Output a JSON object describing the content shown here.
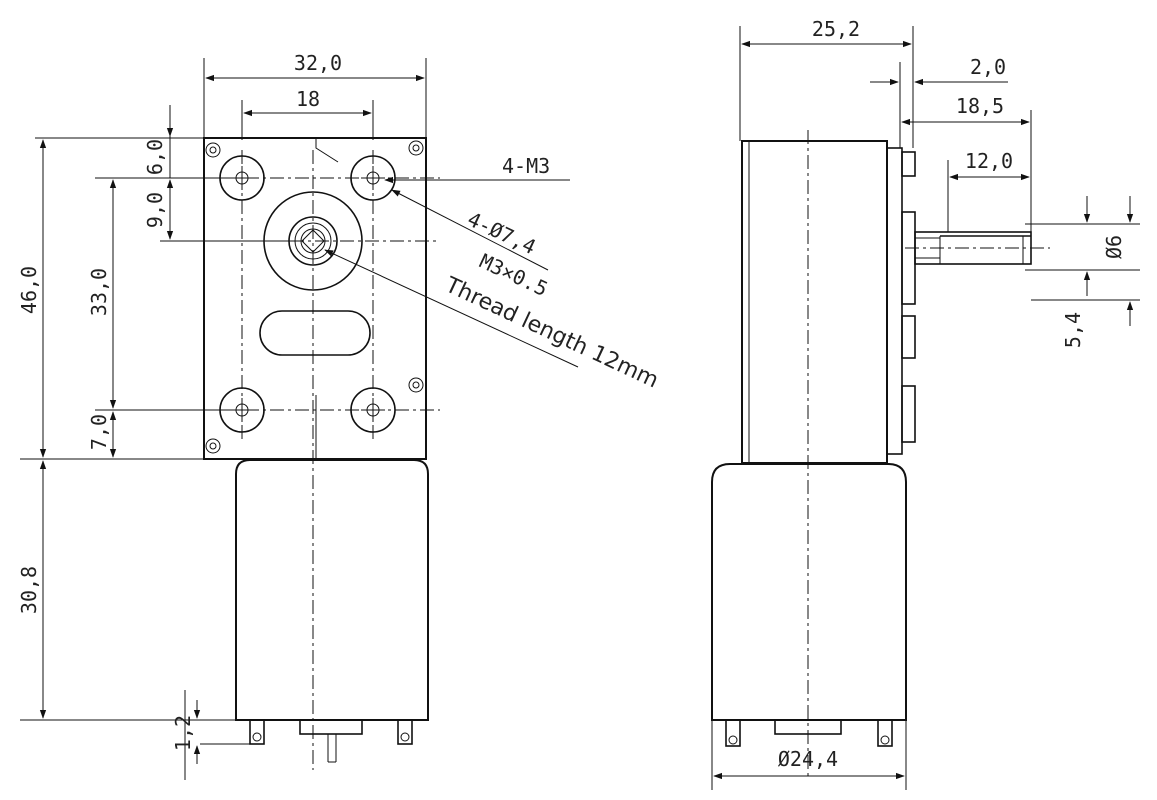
{
  "front_view": {
    "dims": {
      "width_32": "32,0",
      "hole_spacing_18": "18",
      "height_46": "46,0",
      "top_offset_6": "6,0",
      "shaft_offset_9": "9,0",
      "hole_spacing_33": "33,0",
      "bottom_offset_7": "7,0",
      "motor_length_30": "30,8",
      "terminal_12": "1,2"
    },
    "notes": {
      "mount_thread": "4-M3",
      "mount_diameter": "4-Ø7,4",
      "shaft_thread": "M3×0.5",
      "thread_length": "Thread length 12mm"
    }
  },
  "side_view": {
    "dims": {
      "depth_25": "25,2",
      "flange_2": "2,0",
      "shaft_18": "18,5",
      "flat_12": "12,0",
      "shaft_dia": "Ø6",
      "flat_5": "5,4",
      "motor_dia": "Ø24,4"
    }
  }
}
